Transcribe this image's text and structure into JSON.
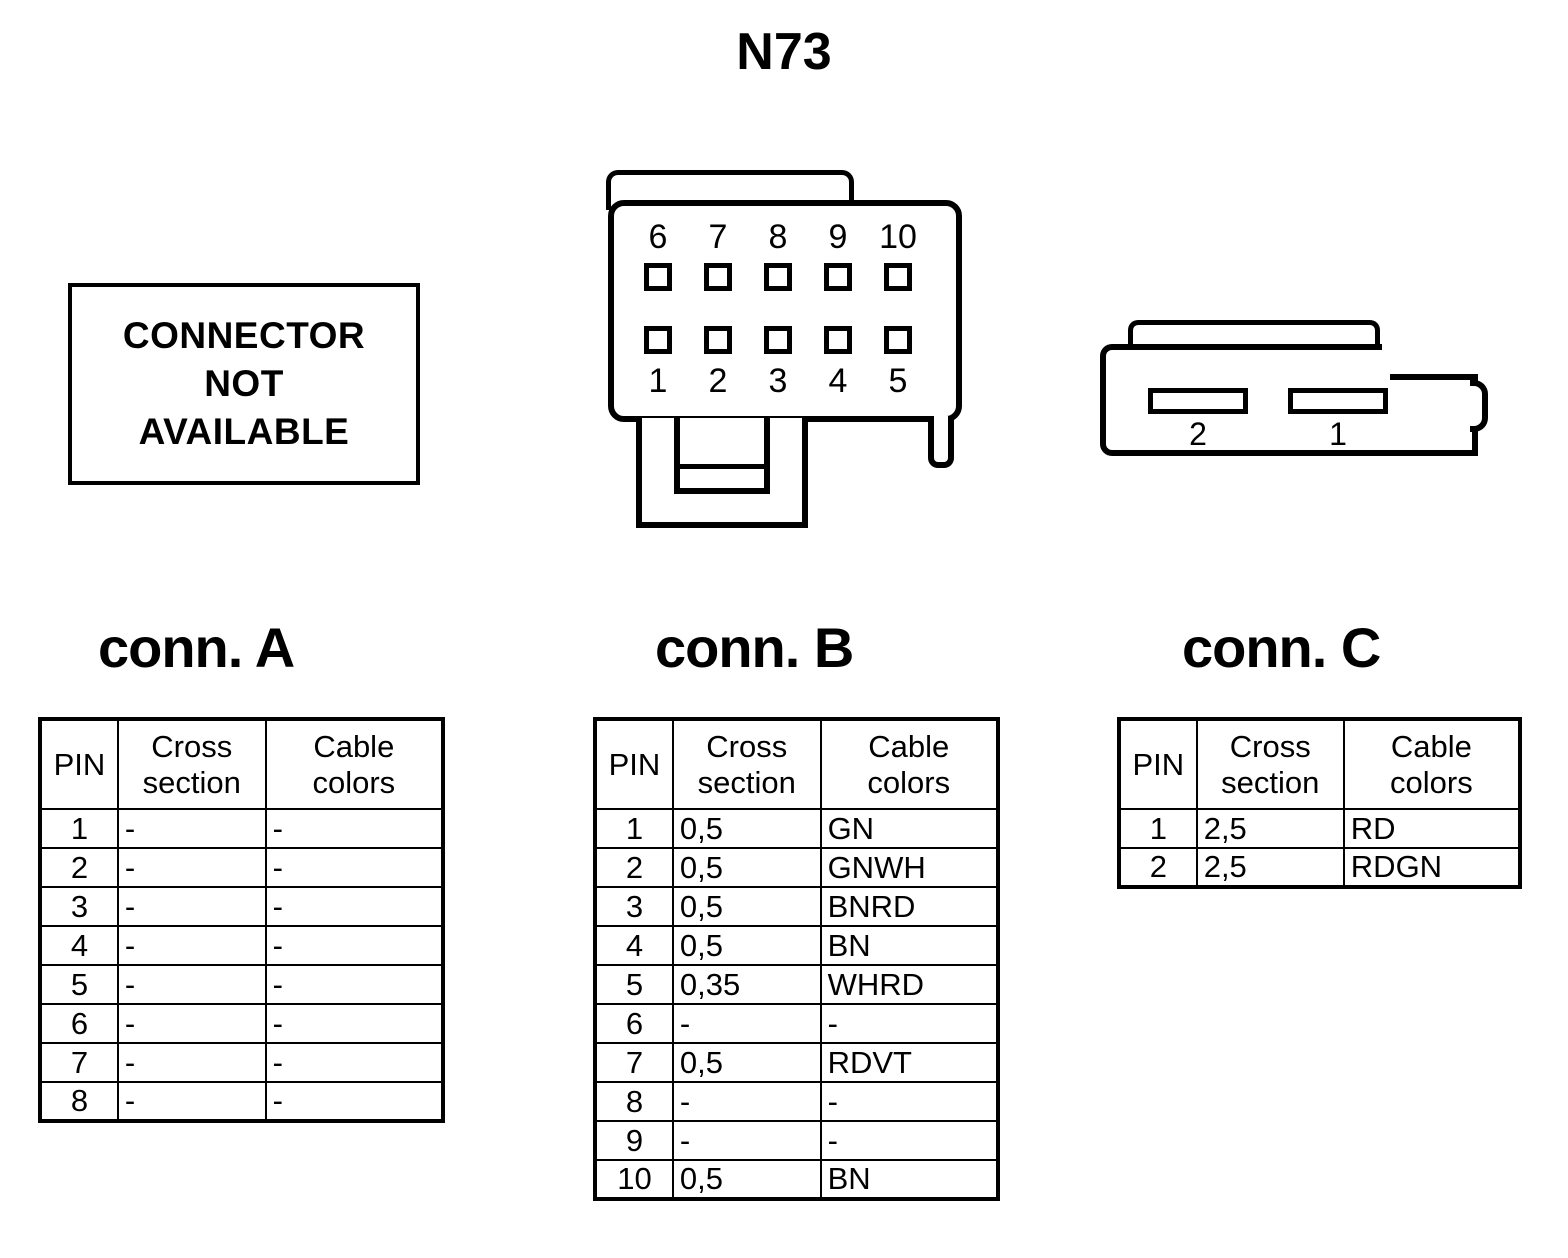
{
  "page": {
    "title": "N73"
  },
  "not_available_box": {
    "lines": [
      "CONNECTOR",
      "NOT",
      "AVAILABLE"
    ]
  },
  "connector_b_drawing": {
    "top_row_labels": [
      "6",
      "7",
      "8",
      "9",
      "10"
    ],
    "bottom_row_labels": [
      "1",
      "2",
      "3",
      "4",
      "5"
    ]
  },
  "connector_c_drawing": {
    "slot_labels": [
      "2",
      "1"
    ]
  },
  "sections": [
    {
      "heading": "conn. A"
    },
    {
      "heading": "conn. B"
    },
    {
      "heading": "conn. C"
    }
  ],
  "tables": {
    "headers": [
      "PIN",
      "Cross section",
      "Cable colors"
    ],
    "header_lines": {
      "pin": "PIN",
      "cross_line1": "Cross",
      "cross_line2": "section",
      "cable_line1": "Cable",
      "cable_line2": "colors"
    },
    "conn_a": {
      "rows": [
        {
          "pin": "1",
          "cross_section": "-",
          "cable_colors": "-"
        },
        {
          "pin": "2",
          "cross_section": "-",
          "cable_colors": "-"
        },
        {
          "pin": "3",
          "cross_section": "-",
          "cable_colors": "-"
        },
        {
          "pin": "4",
          "cross_section": "-",
          "cable_colors": "-"
        },
        {
          "pin": "5",
          "cross_section": "-",
          "cable_colors": "-"
        },
        {
          "pin": "6",
          "cross_section": "-",
          "cable_colors": "-"
        },
        {
          "pin": "7",
          "cross_section": "-",
          "cable_colors": "-"
        },
        {
          "pin": "8",
          "cross_section": "-",
          "cable_colors": "-"
        }
      ]
    },
    "conn_b": {
      "rows": [
        {
          "pin": "1",
          "cross_section": "0,5",
          "cable_colors": "GN"
        },
        {
          "pin": "2",
          "cross_section": "0,5",
          "cable_colors": "GNWH"
        },
        {
          "pin": "3",
          "cross_section": "0,5",
          "cable_colors": "BNRD"
        },
        {
          "pin": "4",
          "cross_section": "0,5",
          "cable_colors": "BN"
        },
        {
          "pin": "5",
          "cross_section": "0,35",
          "cable_colors": "WHRD"
        },
        {
          "pin": "6",
          "cross_section": "-",
          "cable_colors": "-"
        },
        {
          "pin": "7",
          "cross_section": "0,5",
          "cable_colors": "RDVT"
        },
        {
          "pin": "8",
          "cross_section": "-",
          "cable_colors": "-"
        },
        {
          "pin": "9",
          "cross_section": "-",
          "cable_colors": "-"
        },
        {
          "pin": "10",
          "cross_section": "0,5",
          "cable_colors": "BN"
        }
      ]
    },
    "conn_c": {
      "rows": [
        {
          "pin": "1",
          "cross_section": "2,5",
          "cable_colors": "RD"
        },
        {
          "pin": "2",
          "cross_section": "2,5",
          "cable_colors": "RDGN"
        }
      ]
    }
  },
  "colors": {
    "ink": "#000000",
    "paper": "#ffffff"
  }
}
